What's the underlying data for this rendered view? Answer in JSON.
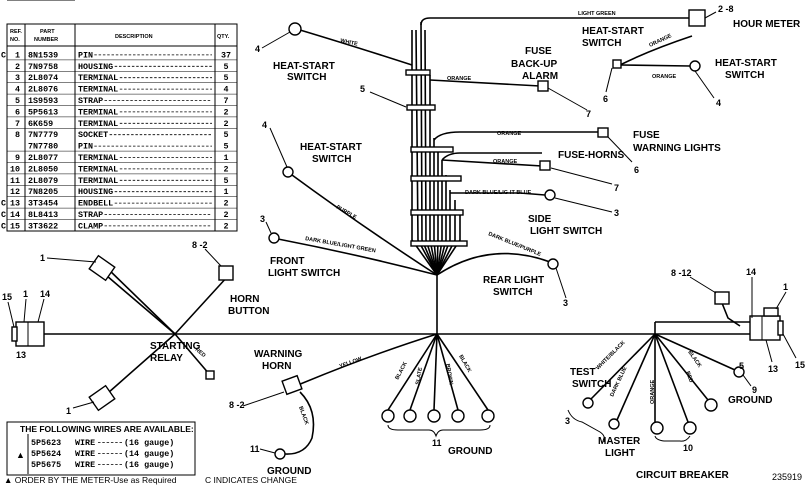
{
  "parts_table": {
    "headers": {
      "ref": "REF.",
      "ref2": "NO.",
      "part": "PART",
      "part2": "NUMBER",
      "desc": "DESCRIPTION",
      "qty": "QTY."
    },
    "rows": [
      {
        "c": "C",
        "ref": "1",
        "part": "8N1539",
        "desc": "PIN",
        "qty": "37"
      },
      {
        "c": "",
        "ref": "2",
        "part": "7N9758",
        "desc": "HOUSING",
        "qty": "5"
      },
      {
        "c": "",
        "ref": "3",
        "part": "2L8074",
        "desc": "TERMINAL",
        "qty": "5"
      },
      {
        "c": "",
        "ref": "4",
        "part": "2L8076",
        "desc": "TERMINAL",
        "qty": "4"
      },
      {
        "c": "",
        "ref": "5",
        "part": "1S9593",
        "desc": "STRAP",
        "qty": "7"
      },
      {
        "c": "",
        "ref": "6",
        "part": "5P5613",
        "desc": "TERMINAL",
        "qty": "2"
      },
      {
        "c": "",
        "ref": "7",
        "part": "6K659",
        "desc": "TERMINAL",
        "qty": "2"
      },
      {
        "c": "",
        "ref": "8",
        "part": "7N7779",
        "desc": "SOCKET",
        "qty": "5"
      },
      {
        "c": "",
        "ref": "",
        "part": "7N7780",
        "desc": "PIN",
        "qty": "5"
      },
      {
        "c": "",
        "ref": "9",
        "part": "2L8077",
        "desc": "TERMINAL",
        "qty": "1"
      },
      {
        "c": "",
        "ref": "10",
        "part": "2L8050",
        "desc": "TERMINAL",
        "qty": "2"
      },
      {
        "c": "",
        "ref": "11",
        "part": "2L8079",
        "desc": "TERMINAL",
        "qty": "5"
      },
      {
        "c": "",
        "ref": "12",
        "part": "7N8205",
        "desc": "HOUSING",
        "qty": "1"
      },
      {
        "c": "C",
        "ref": "13",
        "part": "3T3454",
        "desc": "ENDBELL",
        "qty": "2"
      },
      {
        "c": "C",
        "ref": "14",
        "part": "8L8413",
        "desc": "STRAP",
        "qty": "2"
      },
      {
        "c": "C",
        "ref": "15",
        "part": "3T3622",
        "desc": "CLAMP",
        "qty": "2"
      }
    ]
  },
  "wires_box": {
    "title": "THE FOLLOWING WIRES ARE AVAILABLE:",
    "rows": [
      {
        "part": "5P5623",
        "word": "WIRE",
        "gauge": "(16 gauge)"
      },
      {
        "part": "5P5624",
        "word": "WIRE",
        "gauge": "(14 gauge)"
      },
      {
        "part": "5P5675",
        "word": "WIRE",
        "gauge": "(16 gauge)"
      }
    ]
  },
  "footnotes": {
    "order": "▲ ORDER BY THE METER-Use as Required",
    "change": "C INDICATES CHANGE",
    "figure": "235919"
  },
  "components": {
    "hour_meter": "HOUR METER",
    "heat_start_switch_top": [
      "HEAT-START",
      "SWITCH"
    ],
    "heat_start_switch_left": [
      "HEAT-START",
      "SWITCH"
    ],
    "heat_start_switch_mid": [
      "HEAT-START",
      "SWITCH"
    ],
    "heat_start_switch_right": [
      "HEAT-START",
      "SWITCH"
    ],
    "fuse_backup": [
      "FUSE",
      "BACK-UP",
      "ALARM"
    ],
    "fuse_warning": [
      "FUSE",
      "WARNING LIGHTS"
    ],
    "fuse_horns": "FUSE-HORNS",
    "side_light": [
      "SIDE",
      "LIGHT SWITCH"
    ],
    "front_light": [
      "FRONT",
      "LIGHT SWITCH"
    ],
    "rear_light": [
      "REAR LIGHT",
      "SWITCH"
    ],
    "horn_button": [
      "HORN",
      "BUTTON"
    ],
    "starting_relay": [
      "STARTING",
      "RELAY"
    ],
    "warning_horn": [
      "WARNING",
      "HORN"
    ],
    "ground_center": "GROUND",
    "ground_left": "GROUND",
    "ground_right": "GROUND",
    "test_switch": [
      "TEST",
      "SWITCH"
    ],
    "master_light": [
      "MASTER",
      "LIGHT"
    ],
    "circuit_breaker": "CIRCUIT BREAKER"
  },
  "wire_colors": {
    "light_green": "LIGHT GREEN",
    "white": "WHITE",
    "orange1": "ORANGE",
    "orange2": "ORANGE",
    "orange3": "ORANGE",
    "orange4": "ORANGE",
    "orange5": "ORANGE",
    "purple": "PURPLE",
    "dark_blue_light_green": "DARK BLUE/LIGHT GREEN",
    "dark_blue_light_blue": "DARK BLUE/LIG-IT BLUE",
    "dark_blue_purple": "DARK BLUE/PURPLE",
    "red1": "RED",
    "red2": "RED",
    "yellow": "YELLOW",
    "black1": "BLACK",
    "black2": "BLACK",
    "black3": "BLACK",
    "black4": "BLACK",
    "slate": "SLATE",
    "brown": "BROWN",
    "white_black": "WHITE/BLACK",
    "dark_blue": "DARK BLUE"
  },
  "callouts": {
    "c2_8": "2 -8",
    "c4a": "4",
    "c5a": "5",
    "c6a": "6",
    "c4b": "4",
    "c7a": "7",
    "c4c": "4",
    "c6b": "6",
    "c7b": "7",
    "c3a": "3",
    "c3b": "3",
    "c3c": "3",
    "c8_2a": "8 -2",
    "c1a": "1",
    "c15a": "15",
    "c1b": "1",
    "c14a": "14",
    "c13a": "13",
    "c1c": "1",
    "c8_12": "8 -12",
    "c14b": "14",
    "c15b": "15",
    "c13b": "13",
    "c9": "9",
    "c5b": "5",
    "c8_2b": "8 -2",
    "c11a": "11",
    "c11b": "11",
    "c3d": "3",
    "c10": "10"
  }
}
